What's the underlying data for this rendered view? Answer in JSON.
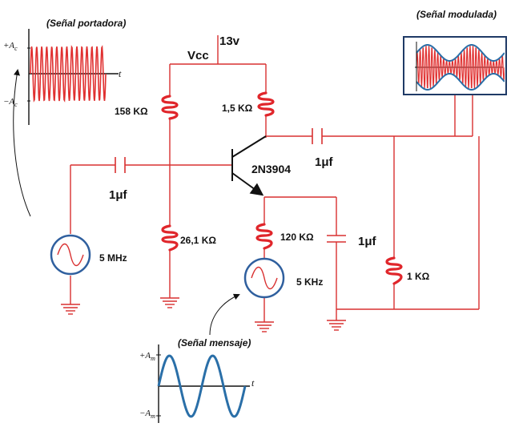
{
  "labels": {
    "carrier_title": "(Señal portadora)",
    "modulated_title": "(Señal modulada)",
    "message_title": "(Señal mensaje)",
    "supply": "13v",
    "vcc": "Vcc",
    "r_bias_top": "158 KΩ",
    "r_collector": "1,5 KΩ",
    "r_bias_bottom": "26,1 KΩ",
    "r_emitter": "120 KΩ",
    "r_load": "1 KΩ",
    "cap_in": "1μf",
    "cap_out": "1μf",
    "cap_emitter": "1μf",
    "transistor": "2N3904",
    "src_carrier": "5 MHz",
    "src_message": "5 KHz",
    "carrier_plus": "+A",
    "carrier_plus_sub": "c",
    "carrier_minus": "−A",
    "carrier_minus_sub": "c",
    "carrier_t": "t",
    "message_plus": "+A",
    "message_plus_sub": "m",
    "message_minus": "−A",
    "message_minus_sub": "m",
    "message_t": "t"
  },
  "colors": {
    "wire": "#d93030",
    "carrier": "#e03030",
    "message": "#2a6fa8",
    "source_ring": "#2f5f9e",
    "ink": "#111111"
  }
}
